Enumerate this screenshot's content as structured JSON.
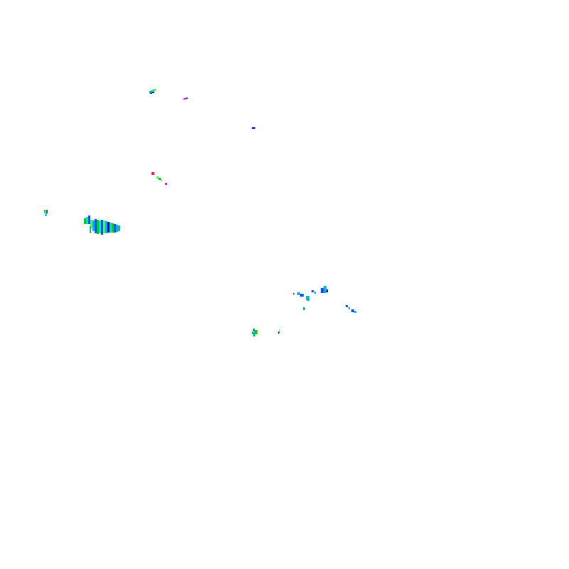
{
  "layer": {
    "type": "radar-reflectivity-tile",
    "background": "#ffffff",
    "palette": {
      "light_blue": "#00b0ff",
      "blue": "#0050ff",
      "navy": "#0000a0",
      "cyan": "#00e0e0",
      "green": "#00d000",
      "bright_green": "#40ff40",
      "teal": "#00c090",
      "red": "#ff2040",
      "magenta": "#c020e0"
    },
    "echo_clusters": [
      {
        "name": "echo-cluster-north",
        "intensity": "light",
        "colors": [
          "cyan",
          "green",
          "blue"
        ]
      },
      {
        "name": "echo-streak-magenta",
        "intensity": "light",
        "colors": [
          "magenta"
        ]
      },
      {
        "name": "echo-dot-navy",
        "intensity": "light",
        "colors": [
          "navy"
        ]
      },
      {
        "name": "echo-line-green-red",
        "intensity": "moderate",
        "colors": [
          "red",
          "green",
          "bright_green",
          "magenta"
        ]
      },
      {
        "name": "echo-cluster-west-small",
        "intensity": "light",
        "colors": [
          "green",
          "cyan",
          "blue"
        ]
      },
      {
        "name": "echo-cluster-west-main",
        "intensity": "moderate",
        "colors": [
          "cyan",
          "light_blue",
          "blue",
          "green",
          "teal"
        ]
      },
      {
        "name": "echo-cluster-east-a",
        "intensity": "light",
        "colors": [
          "light_blue",
          "blue",
          "teal"
        ]
      },
      {
        "name": "echo-cluster-east-b",
        "intensity": "light",
        "colors": [
          "light_blue",
          "blue"
        ]
      },
      {
        "name": "echo-cluster-east-c",
        "intensity": "light",
        "colors": [
          "blue",
          "light_blue"
        ]
      },
      {
        "name": "echo-cluster-south",
        "intensity": "light",
        "colors": [
          "teal",
          "green",
          "blue"
        ]
      }
    ]
  }
}
